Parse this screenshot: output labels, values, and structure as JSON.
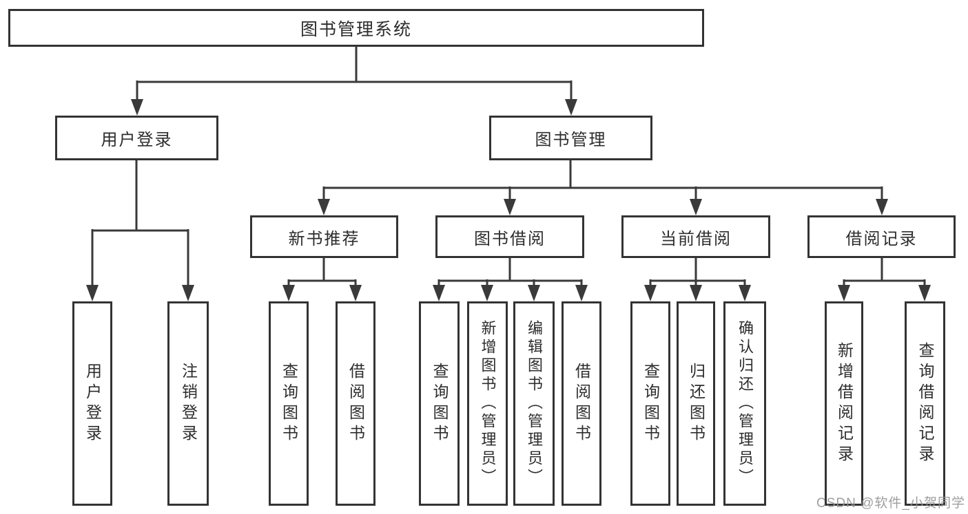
{
  "tree": {
    "label": "图书管理系统",
    "children": [
      {
        "label": "用户登录",
        "children": [
          {
            "label": "用户登录"
          },
          {
            "label": "注销登录"
          }
        ]
      },
      {
        "label": "图书管理",
        "children": [
          {
            "label": "新书推荐",
            "children": [
              {
                "label": "查询图书"
              },
              {
                "label": "借阅图书"
              }
            ]
          },
          {
            "label": "图书借阅",
            "children": [
              {
                "label": "查询图书"
              },
              {
                "label": "新增图书（管理员）"
              },
              {
                "label": "编辑图书（管理员）"
              },
              {
                "label": "借阅图书"
              }
            ]
          },
          {
            "label": "当前借阅",
            "children": [
              {
                "label": "查询图书"
              },
              {
                "label": "归还图书"
              },
              {
                "label": "确认归还（管理员）"
              }
            ]
          },
          {
            "label": "借阅记录",
            "children": [
              {
                "label": "新增借阅记录"
              },
              {
                "label": "查询借阅记录"
              }
            ]
          }
        ]
      }
    ]
  },
  "watermark": "CSDN @软件_小贺同学",
  "colors": {
    "line": "#3a3a3a",
    "box_border": "#333333",
    "text": "#2d2d2d",
    "watermark": "#949494",
    "background": "#ffffff"
  }
}
